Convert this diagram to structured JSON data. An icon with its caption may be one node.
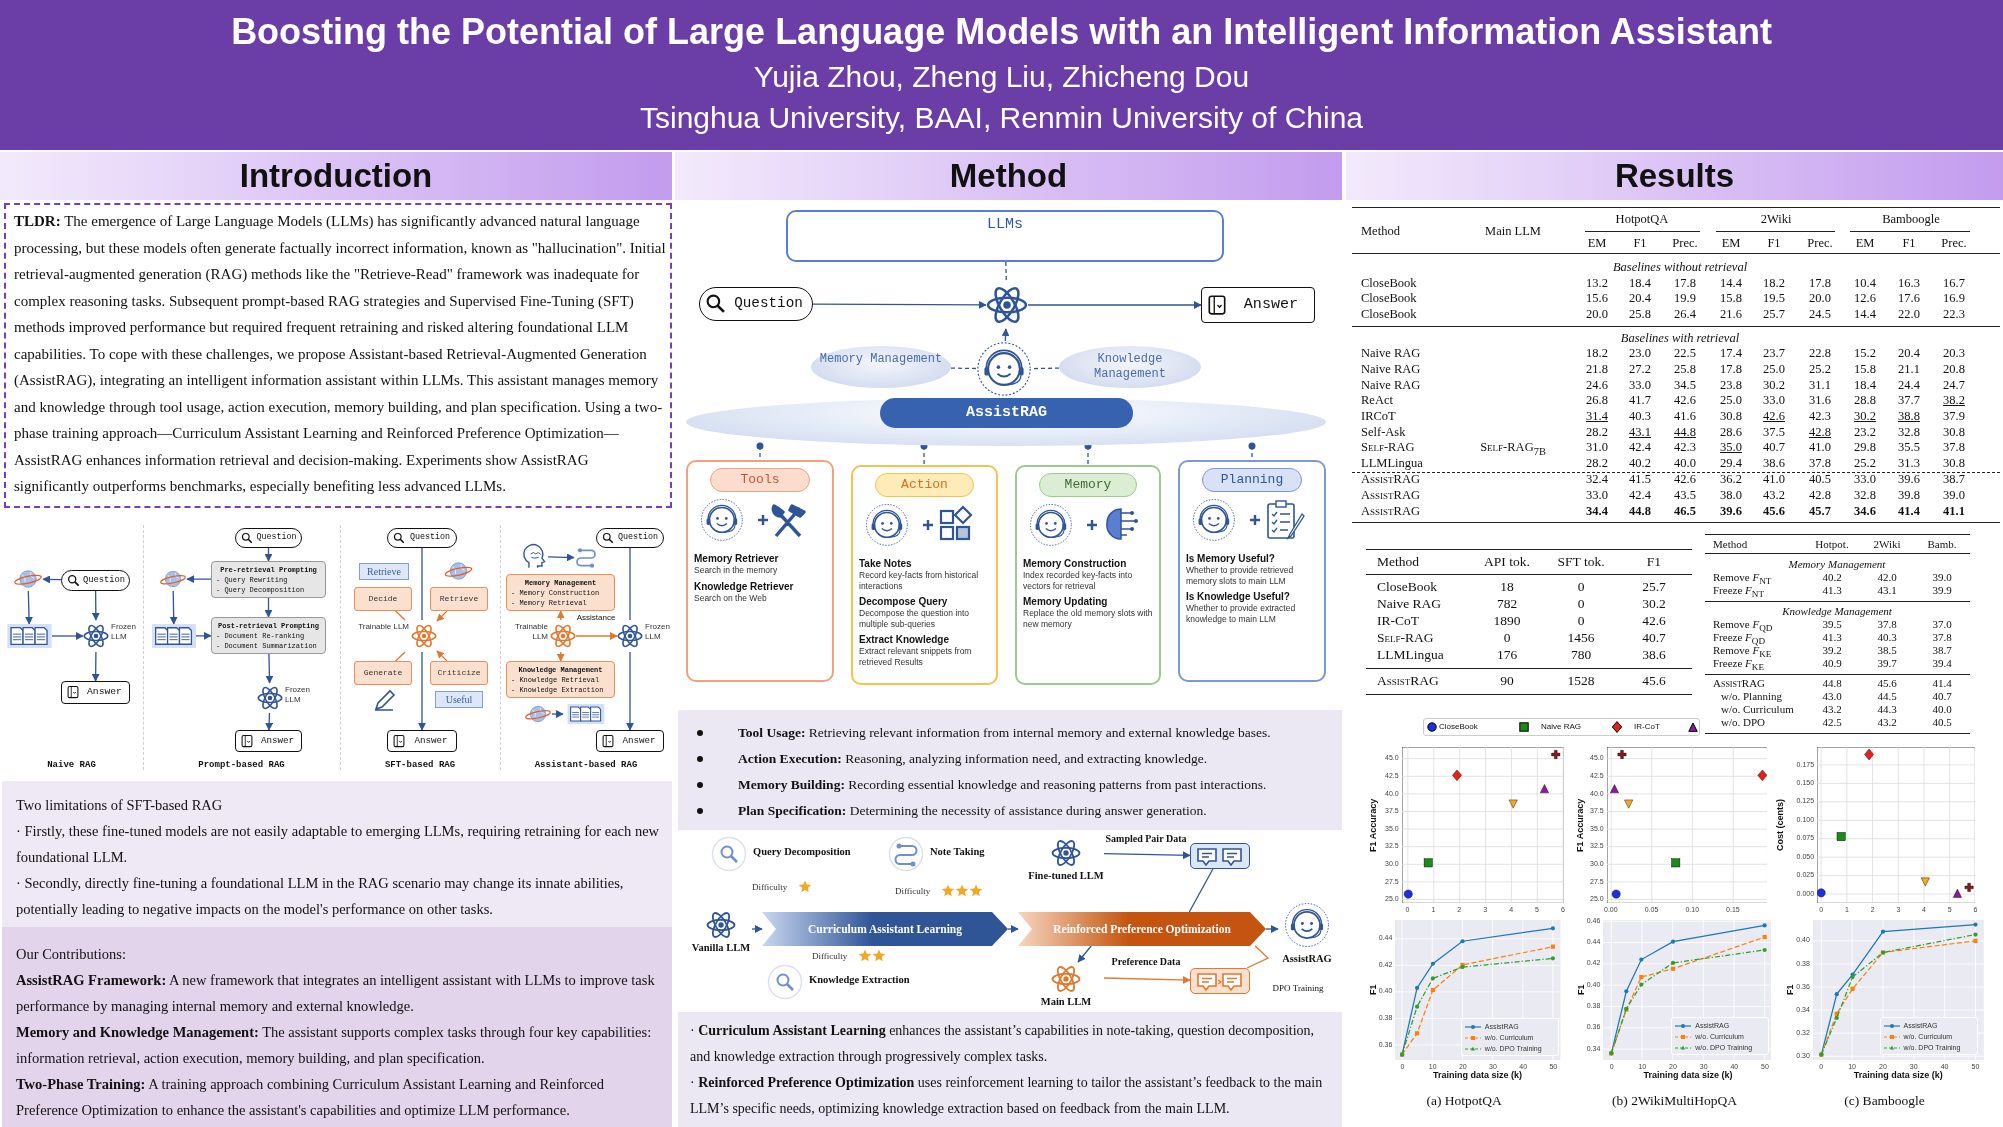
{
  "diagram": {
    "title": "Boosting the Potential of Large Language Models with an Intelligent Information Assistant",
    "nodes": [
      {
        "text": [
          "Question"
        ]
      },
      {
        "text": [],
        "shape": "picture"
      },
      {
        "text": [],
        "shape": "picture"
      },
      {
        "text": [
          "Frozen LLM"
        ]
      },
      {
        "text": [
          "Answer"
        ]
      },
      {
        "text": [
          "Question"
        ]
      },
      {
        "text": [
          "Pre-retrieval Prompting",
          "- Query Rewriting",
          "- Query Decomposition"
        ]
      },
      {
        "text": [],
        "shape": "picture"
      },
      {
        "text": [],
        "shape": "picture"
      },
      {
        "text": [
          "Post-retrieval Prompting",
          "- Document Re-ranking",
          "- Document Summarization"
        ]
      },
      {
        "text": [
          "Frozen LLM"
        ]
      },
      {
        "text": [
          "Answer"
        ]
      },
      {
        "text": [
          "Question"
        ]
      },
      {
        "text": [
          "Retrieve"
        ]
      },
      {
        "text": [
          "Decide"
        ]
      },
      {
        "text": [
          "Retrieve"
        ]
      },
      {
        "text": [
          "Trainable LLM"
        ]
      },
      {
        "text": [
          "Generate"
        ]
      },
      {
        "text": [
          "Criticize"
        ]
      },
      {
        "text": [
          "Useful"
        ]
      },
      {
        "text": [
          "Answer"
        ]
      },
      {
        "text": [],
        "shape": "picture"
      },
      {
        "text": [],
        "shape": "picture"
      },
      {
        "text": [
          "Question"
        ]
      },
      {
        "text": [
          "Memory Management",
          "- Memory Construction",
          "- Memory Retrieval"
        ]
      },
      {
        "text": [
          "Trainable LLM"
        ]
      },
      {
        "text": [
          "Frozen LLM"
        ]
      },
      {
        "text": [
          "Knowledge Management",
          "- Knowledge Retrieval",
          "- Knowledge Extraction"
        ]
      },
      {
        "text": [],
        "shape": "picture"
      },
      {
        "text": [],
        "shape": "picture"
      },
      {
        "text": [
          "Answer"
        ]
      },
      {
        "text": [
          "LLMs"
        ]
      },
      {
        "text": [
          "Question"
        ]
      },
      {
        "text": [],
        "shape": "picture"
      },
      {
        "text": [
          "Answer"
        ]
      },
      {
        "text": [
          "Memory Management"
        ]
      },
      {
        "text": [],
        "shape": "picture"
      },
      {
        "text": [
          "Knowledge Management"
        ]
      },
      {
        "text": [
          "AssistRAG"
        ]
      },
      {
        "text": [
          "Tools",
          "Memory Retriever",
          "Search in the memory",
          "Knowledge Retriever",
          "Search on the Web"
        ]
      },
      {
        "text": [
          "Action",
          "Take Notes",
          "Record key-facts from historical interactions",
          "Decompose Query",
          "Decompose the question into multiple sub-queries",
          "Extract Knowledge",
          "Extract relevant snippets from retrieved Results"
        ]
      },
      {
        "text": [
          "Memory",
          "Memory Construction",
          "Index recorded key-facts into vectors for retrieval",
          "Memory Updating",
          "Replace the old memory slots with new memory"
        ]
      },
      {
        "text": [
          "Planning",
          "Is Memory Useful?",
          "Whether to provide retrieved memory slots to main LLM",
          "Is Knowledge Useful?",
          "Whether to provide extracted knowledge to main LLM"
        ]
      },
      {
        "text": [
          "Vanilla LLM"
        ]
      },
      {
        "text": [
          "Curriculum Assistant Learning"
        ]
      },
      {
        "text": [
          "Reinforced Preference Optimization"
        ]
      },
      {
        "text": [
          "AssistRAG"
        ]
      },
      {
        "text": [
          "Query Decomposition"
        ],
        "beside": [
          "Difficulty"
        ]
      },
      {
        "text": [
          "Note Taking"
        ],
        "beside": [
          "Difficulty"
        ]
      },
      {
        "text": [
          "Knowledge Extraction"
        ],
        "beside": [
          "Difficulty"
        ]
      },
      {
        "text": [
          "Fine-tuned LLM"
        ]
      },
      {
        "text": [],
        "shape": "box"
      },
      {
        "text": [
          "Main LLM"
        ]
      },
      {
        "text": [],
        "shape": "box"
      }
    ],
    "edges": [
      {
        "from": 0,
        "to": 1,
        "arrow": "to"
      },
      {
        "from": 1,
        "to": 2,
        "arrow": "to"
      },
      {
        "from": 2,
        "to": 3,
        "arrow": "to"
      },
      {
        "from": 0,
        "to": 3,
        "arrow": "to"
      },
      {
        "from": 3,
        "to": 4,
        "arrow": "to"
      },
      {
        "from": 5,
        "to": 6,
        "arrow": "to"
      },
      {
        "from": 6,
        "to": 7,
        "arrow": "to"
      },
      {
        "from": 7,
        "to": 8,
        "arrow": "to"
      },
      {
        "from": 8,
        "to": 9,
        "arrow": "to"
      },
      {
        "from": 6,
        "to": 9,
        "arrow": "to"
      },
      {
        "from": 9,
        "to": 10,
        "arrow": "to"
      },
      {
        "from": 10,
        "to": 11,
        "arrow": "to"
      },
      {
        "from": 12,
        "to": 16,
        "arrow": "none"
      },
      {
        "from": 16,
        "to": 20,
        "arrow": "to"
      },
      {
        "from": 14,
        "to": 16,
        "arrow": "none",
        "color": "#e0782f"
      },
      {
        "from": 15,
        "to": 16,
        "arrow": "to",
        "color": "#e0782f"
      },
      {
        "from": 17,
        "to": 16,
        "arrow": "none",
        "color": "#e0782f"
      },
      {
        "from": 18,
        "to": 16,
        "arrow": "to",
        "color": "#e0782f"
      },
      {
        "from": 21,
        "to": 22,
        "arrow": "to"
      },
      {
        "from": 23,
        "to": 26,
        "arrow": "none"
      },
      {
        "from": 26,
        "to": 30,
        "arrow": "to"
      },
      {
        "from": 25,
        "to": 24,
        "arrow": "to",
        "color": "#e0782f"
      },
      {
        "from": 25,
        "to": 27,
        "arrow": "to",
        "color": "#e0782f"
      },
      {
        "from": 25,
        "to": 26,
        "arrow": "to",
        "label": "Assistance",
        "color": "#e0782f"
      },
      {
        "from": 28,
        "to": 29,
        "arrow": "to"
      },
      {
        "from": 31,
        "to": 33,
        "arrow": "none",
        "style": "dashed"
      },
      {
        "from": 32,
        "to": 33,
        "arrow": "to"
      },
      {
        "from": 33,
        "to": 34,
        "arrow": "to"
      },
      {
        "from": 36,
        "to": 33,
        "arrow": "to"
      },
      {
        "from": 35,
        "to": 36,
        "arrow": "none",
        "style": "dashed"
      },
      {
        "from": 37,
        "to": 36,
        "arrow": "none",
        "style": "dashed"
      },
      {
        "from": 38,
        "to": 39,
        "arrow": "other",
        "style": "dashed"
      },
      {
        "from": 38,
        "to": 40,
        "arrow": "other",
        "style": "dashed"
      },
      {
        "from": 38,
        "to": 41,
        "arrow": "other",
        "style": "dashed"
      },
      {
        "from": 38,
        "to": 42,
        "arrow": "other",
        "style": "dashed"
      },
      {
        "from": 50,
        "to": 51,
        "arrow": "to",
        "label": "Sampled Pair Data"
      },
      {
        "from": 51,
        "to": 45,
        "arrow": "none"
      },
      {
        "from": 45,
        "to": 52,
        "arrow": "to"
      },
      {
        "from": 52,
        "to": 53,
        "arrow": "to",
        "label": "Preference Data",
        "color": "#e0782f"
      },
      {
        "from": 53,
        "to": 45,
        "arrow": "none",
        "label": "DPO Training",
        "color": "#e0782f"
      },
      {
        "from": 43,
        "to": 44,
        "arrow": "to"
      },
      {
        "from": 44,
        "to": 45,
        "arrow": "to"
      },
      {
        "from": 45,
        "to": 46,
        "arrow": "to"
      }
    ],
    "labels": [
      "Yujia Zhou, Zheng Liu, Zhicheng Dou",
      "Tsinghua University, BAAI, Renmin University of China",
      "Introduction",
      "**TLDR:** The emergence of Large Language Models (LLMs) has significantly advanced natural language processing, but these models often generate factually incorrect information, known as \"hallucination\". Initial retrieval-augmented generation (RAG) methods like the \"Retrieve-Read\" framework was inadequate for complex reasoning tasks. Subsequent prompt-based RAG strategies and Supervised Fine-Tuning (SFT) methods improved performance but required frequent retraining and risked altering foundational LLM capabilities. To cope with these challenges, we propose Assistant-based Retrieval-Augmented Generation (AssistRAG), integrating an intelligent information assistant within LLMs. This assistant manages memory and knowledge through tool usage, action execution, memory building, and plan specification. Using a two-phase training approach—Curriculum Assistant Learning and Reinforced Preference Optimization—AssistRAG enhances information retrieval and decision-making. Experiments show AssistRAG significantly outperforms benchmarks, especially benefiting less advanced LLMs.",
      "Naive RAG",
      "Prompt-based RAG",
      "SFT-based RAG",
      "Assistant-based RAG",
      "Two limitations of SFT-based RAG",
      "· Firstly, these fine-tuned models are not easily adaptable to emerging LLMs, requiring retraining for each new foundational LLM.",
      "· Secondly, directly fine-tuning a foundational LLM in the RAG scenario may change its innate abilities, potentially leading to negative impacts on the model's performance on other tasks.",
      "Our Contributions:",
      "**AssistRAG Framework:** A new framework that integrates an intelligent assistant with LLMs to improve task performance by managing internal memory and external knowledge.",
      "**Memory and Knowledge Management:** The assistant supports complex tasks through four key capabilities: information retrieval, action execution, memory building, and plan specification.",
      "**Two-Phase Training:** A training approach combining Curriculum Assistant Learning and Reinforced Preference Optimization to enhance the assistant's capabilities and optimize LLM performance.",
      "Method",
      "**Tool Usage:** Retrieving relevant information from internal memory and external knowledge bases.",
      "**Action Execution:** Reasoning, analyzing information need, and extracting knowledge.",
      "**Memory Building:** Recording essential knowledge and reasoning patterns from past interactions.",
      "**Plan Specification:** Determining the necessity of assistance during answer generation.",
      "· **Curriculum Assistant Learning** enhances the assistant’s capabilities in note-taking, question decomposition, and knowledge extraction through progressively complex tasks.",
      "· **Reinforced Preference Optimization** uses reinforcement learning to tailor the assistant’s feedback to the main LLM’s specific needs, optimizing knowledge extraction based on feedback from the main LLM.",
      "Results",
      "Method",
      "Main LLM",
      "HotpotQA",
      "2Wiki",
      "Bamboogle",
      "EM",
      "F1",
      "Prec.",
      "EM",
      "F1",
      "Prec.",
      "EM",
      "F1",
      "Prec.",
      "Baselines without retrieval",
      "CloseBook",
      "13.2",
      "18.4",
      "17.8",
      "14.4",
      "18.2",
      "17.8",
      "10.4",
      "16.3",
      "16.7",
      "CloseBook",
      "15.6",
      "20.4",
      "19.9",
      "15.8",
      "19.5",
      "20.0",
      "12.6",
      "17.6",
      "16.9",
      "CloseBook",
      "20.0",
      "25.8",
      "26.4",
      "21.6",
      "25.7",
      "24.5",
      "14.4",
      "22.0",
      "22.3",
      "Baselines with retrieval",
      "Naive RAG",
      "18.2",
      "23.0",
      "22.5",
      "17.4",
      "23.7",
      "22.8",
      "15.2",
      "20.4",
      "20.3",
      "Naive RAG",
      "21.8",
      "27.2",
      "25.8",
      "17.8",
      "25.0",
      "25.2",
      "15.8",
      "21.1",
      "20.8",
      "Naive RAG",
      "24.6",
      "33.0",
      "34.5",
      "23.8",
      "30.2",
      "31.1",
      "18.4",
      "24.4",
      "24.7",
      "ReAct",
      "26.8",
      "41.7",
      "42.6",
      "25.0",
      "33.0",
      "31.6",
      "28.8",
      "37.7",
      "38.2",
      "IRCoT",
      "31.4",
      "40.3",
      "41.6",
      "30.8",
      "42.6",
      "42.3",
      "30.2",
      "38.8",
      "37.9",
      "Self-Ask",
      "28.2",
      "43.1",
      "44.8",
      "28.6",
      "37.5",
      "42.8",
      "23.2",
      "32.8",
      "30.8",
      "Self-RAG",
      "Self-RAG$_{7B}$",
      "31.0",
      "42.4",
      "42.3",
      "35.0",
      "40.7",
      "41.0",
      "29.8",
      "35.5",
      "37.8",
      "LLMLingua",
      "28.2",
      "40.2",
      "40.0",
      "29.4",
      "38.6",
      "37.8",
      "25.2",
      "31.3",
      "30.8",
      "AssistRAG",
      "32.4",
      "41.5",
      "42.6",
      "36.2",
      "41.0",
      "40.5",
      "33.0",
      "39.6",
      "38.7",
      "AssistRAG",
      "33.0",
      "42.4",
      "43.5",
      "38.0",
      "43.2",
      "42.8",
      "32.8",
      "39.8",
      "39.0",
      "AssistRAG",
      "34.4",
      "44.8",
      "46.5",
      "39.6",
      "45.6",
      "45.7",
      "34.6",
      "41.4",
      "41.1",
      "Method",
      "API tok.",
      "SFT tok.",
      "F1",
      "CloseBook",
      "18",
      "0",
      "25.7",
      "Naive RAG",
      "782",
      "0",
      "30.2",
      "IR-CoT",
      "1890",
      "0",
      "42.6",
      "Self-RAG",
      "0",
      "1456",
      "40.7",
      "LLMLingua",
      "176",
      "780",
      "38.6",
      "AssistRAG",
      "90",
      "1528",
      "45.6",
      "Method",
      "Hotpot.",
      "2Wiki",
      "Bamb.",
      "Memory Management",
      "Remove *F*$_{NT}$",
      "40.2",
      "42.0",
      "39.0",
      "Freeze *F*$_{NT}$",
      "41.3",
      "43.1",
      "39.9",
      "Knowledge Management",
      "Remove *F*$_{QD}$",
      "39.5",
      "37.8",
      "37.0",
      "Freeze *F*$_{QD}$",
      "41.3",
      "40.3",
      "37.8",
      "Remove *F*$_{KE}$",
      "39.2",
      "38.5",
      "38.7",
      "Freeze *F*$_{KE}$",
      "40.9",
      "39.7",
      "39.4",
      "AssistRAG",
      "44.8",
      "45.6",
      "41.4",
      "w/o. Planning",
      "43.0",
      "44.5",
      "40.7",
      "w/o. Curriculum",
      "43.2",
      "44.3",
      "40.0",
      "w/o. DPO",
      "42.5",
      "43.2",
      "40.5",
      "F1 Accuracy",
      "25.0",
      "27.5",
      "30.0",
      "32.5",
      "35.0",
      "37.5",
      "40.0",
      "42.5",
      "45.0",
      "0",
      "1",
      "2",
      "3",
      "4",
      "5",
      "6",
      "F1 Accuracy",
      "25.0",
      "27.5",
      "30.0",
      "32.5",
      "35.0",
      "37.5",
      "40.0",
      "42.5",
      "45.0",
      "0.00",
      "0.05",
      "0.10",
      "0.15",
      "Cost (cents)",
      "0.000",
      "0.025",
      "0.050",
      "0.075",
      "0.100",
      "0.125",
      "0.150",
      "0.175",
      "0",
      "1",
      "2",
      "3",
      "4",
      "5",
      "6",
      "F1",
      "0.36",
      "0.38",
      "0.40",
      "0.42",
      "0.44",
      "0",
      "10",
      "20",
      "30",
      "40",
      "50",
      "Training data size (k)",
      "(a) HotpotQA",
      "F1",
      "0.34",
      "0.36",
      "0.38",
      "0.40",
      "0.42",
      "0.44",
      "0.46",
      "0",
      "10",
      "20",
      "30",
      "40",
      "50",
      "Training data size (k)",
      "(b) 2WikiMultiHopQA",
      "F1",
      "0.30",
      "0.32",
      "0.34",
      "0.36",
      "0.38",
      "0.40",
      "0",
      "10",
      "20",
      "30",
      "40",
      "50",
      "Training data size (k)",
      "(c) Bamboogle"
    ],
    "legend": [
      {
        "text": "CloseBook"
      },
      {
        "text": "Naive RAG"
      },
      {
        "text": "IR-CoT"
      },
      {
        "text": "AssistRAG"
      },
      {
        "text": "w/o. Curriculum"
      },
      {
        "text": "w/o. DPO Training"
      },
      {
        "text": "AssistRAG"
      },
      {
        "text": "w/o. Curriculum"
      },
      {
        "text": "w/o. DPO Training"
      },
      {
        "text": "AssistRAG"
      },
      {
        "text": "w/o. Curriculum"
      },
      {
        "text": "w/o. DPO Training"
      }
    ]
  }
}
